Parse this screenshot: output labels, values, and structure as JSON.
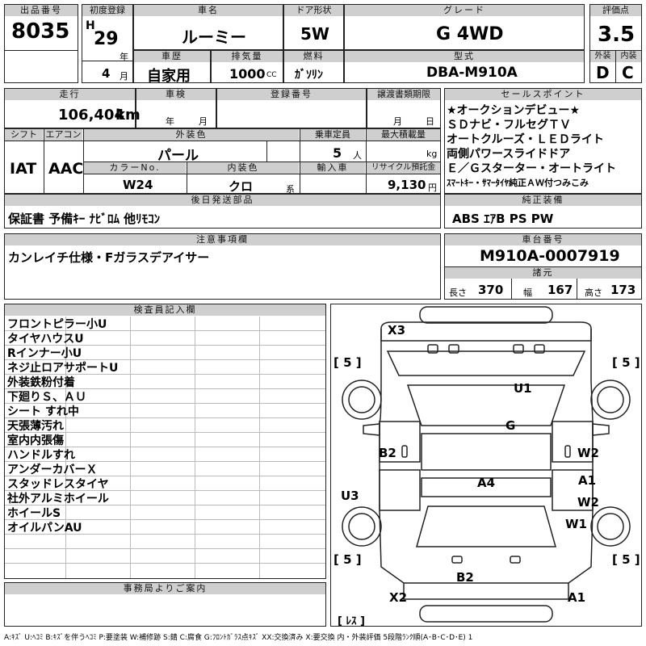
{
  "labels": {
    "lot_no": "出品番号",
    "first_reg": "初度登録",
    "car_name": "車名",
    "door": "ドア形状",
    "grade": "グレード",
    "rating": "評価点",
    "history": "車歴",
    "displacement": "排気量",
    "fuel": "燃料",
    "model_code": "型式",
    "exterior": "外装",
    "interior": "内装",
    "mileage": "走行",
    "inspection": "車検",
    "reg_no": "登録番号",
    "transfer": "譲渡書類期限",
    "sales_point": "セールスポイント",
    "shift": "シフト",
    "aircon": "エアコン",
    "ext_color": "外装色",
    "capacity": "乗車定員",
    "max_load": "最大積載量",
    "color_no": "カラーNo.",
    "int_color": "内装色",
    "import": "輸入車",
    "recycle": "リサイクル預託金",
    "later_parts": "後日発送部品",
    "genuine": "純正装備",
    "notes": "注意事項欄",
    "chassis": "車台番号",
    "dims": "諸元",
    "len": "長さ",
    "wid": "幅",
    "hei": "高さ",
    "inspector": "検査員記入欄",
    "office": "事務局よりご案内"
  },
  "vehicle": {
    "lot_no": "8035",
    "era": "H",
    "year": "29",
    "year_unit": "年",
    "month": "4",
    "month_unit": "月",
    "car_name": "ルーミー",
    "door": "5W",
    "grade": "G 4WD",
    "score": "3.5",
    "history": "自家用",
    "displacement": "1000",
    "cc": "CC",
    "fuel": "ｶﾞｿﾘﾝ",
    "model_code": "DBA-M910A",
    "ext_score": "D",
    "int_score": "C",
    "mileage": "106,404",
    "km": "km",
    "insp_year": "年",
    "insp_month": "月",
    "tr_month": "月",
    "tr_day": "日",
    "shift": "IAT",
    "aircon": "AAC",
    "ext_color": "パール",
    "capacity": "5",
    "person": "人",
    "kg": "kg",
    "color_no": "W24",
    "int_color": "クロ",
    "kei": "系",
    "recycle": "9,130",
    "yen": "円",
    "later_parts": "保証書 予備ｷｰ ﾅﾋﾞﾛﾑ 他ﾘﾓｺﾝ",
    "genuine": "ABS ｴｱB PS PW",
    "notes": "カンレイチ仕様・Fガラスデアイサー",
    "chassis": "M910A-0007919",
    "length": "370",
    "width": "167",
    "height": "173"
  },
  "sales_points": [
    "★オークションデビュー★",
    "ＳＤナビ・フルセグＴＶ",
    "オートクルーズ・ＬＥＤライト",
    "両側パワースライドドア",
    "Ｅ／Ｇスターター・オートライト",
    "ｽﾏｰﾄｷｰ・ｻﾏｰﾀｲﾔ純正ＡＷ付つみこみ"
  ],
  "inspector_notes": [
    "フロントピラー小U",
    "タイヤハウスU",
    "Rインナー小U",
    "ネジ止ロアサポートU",
    "外装鉄粉付着",
    "下廻りＳ、ＡＵ",
    "シート すれ中",
    "天張薄汚れ",
    "室内内張傷",
    "ハンドルすれ",
    "アンダーカバーＸ",
    "スタッドレスタイヤ",
    "社外アルミホイール",
    "ホイールS",
    "オイルパンAU"
  ],
  "diagram": {
    "tread_fl": "[ 5 ]",
    "tread_fr": "[ 5 ]",
    "tread_rl": "[ 5 ]",
    "tread_rr": "[ 5 ]",
    "spare": "[ ﾚｽ ]",
    "marks": {
      "x3": "X3",
      "u1": "U1",
      "g": "G",
      "b2_left": "B2",
      "w2_right": "W2",
      "a4": "A4",
      "a1_right": "A1",
      "w2_right2": "W2",
      "u3": "U3",
      "w1": "W1",
      "b2_bottom": "B2",
      "x2": "X2",
      "a1_bottom": "A1"
    }
  },
  "legend": "A:ｷｽﾞ U:ﾍｺﾐ B:ｷｽﾞを伴うﾍｺﾐ P:要塗装 W:補修跡 S:錆 C:腐食 G:ﾌﾛﾝﾄｶﾞﾗｽ点ｷｽﾞ XX:交換済み X:要交換 内・外装評価 5段階ﾗﾝｸ順(A･B･C･D･E) 1"
}
